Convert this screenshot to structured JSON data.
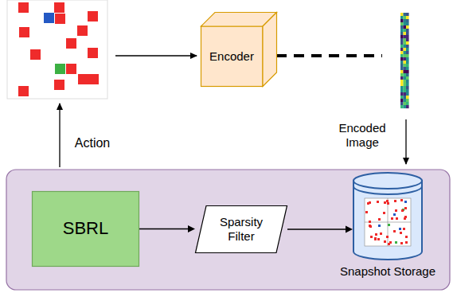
{
  "diagram": {
    "nodes": [
      {
        "text": [
          "Encoder"
        ]
      },
      {
        "text": [
          "SBRL"
        ]
      },
      {
        "text": [
          "Sparsity Filter"
        ]
      },
      {
        "text": [
          "Snapshot Storage"
        ]
      }
    ],
    "edges": [
      {
        "from": 1,
        "to": 2,
        "arrow": "to"
      },
      {
        "from": 2,
        "to": 3,
        "arrow": "to"
      }
    ],
    "labels": [
      "Action",
      "Encoded Image"
    ]
  }
}
